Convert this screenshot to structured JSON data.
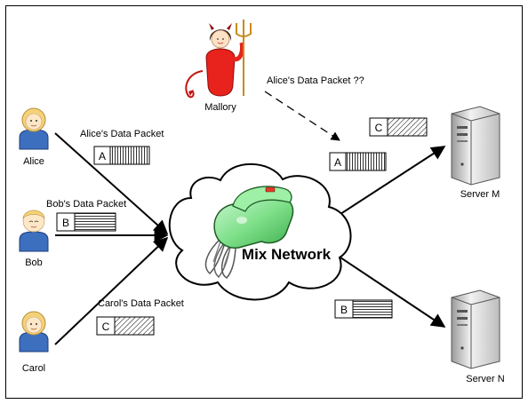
{
  "diagram": {
    "center_label": "Mix Network",
    "users": {
      "alice": "Alice",
      "bob": "Bob",
      "carol": "Carol",
      "mallory": "Mallory"
    },
    "servers": {
      "m": "Server M",
      "n": "Server N"
    },
    "captions": {
      "alice_packet": "Alice's Data Packet",
      "bob_packet": "Bob's Data Packet",
      "carol_packet": "Carol's Data Packet",
      "mallory_question": "Alice's Data Packet ??"
    },
    "packet_letters": {
      "alice_in": "A",
      "bob_in": "B",
      "carol_in": "C",
      "out_a": "A",
      "out_c": "C",
      "out_b": "B"
    },
    "colors": {
      "mixer_body": "#7fe08a",
      "mallory_dress": "#e8221c",
      "hair": "#f4d27a",
      "shirt": "#3d6fbf",
      "server": "#d8d8d8"
    },
    "icons": {
      "user": "person-icon",
      "attacker": "devil-icon",
      "server": "server-tower-icon",
      "mixer": "hand-mixer-icon",
      "network": "cloud-icon"
    }
  }
}
